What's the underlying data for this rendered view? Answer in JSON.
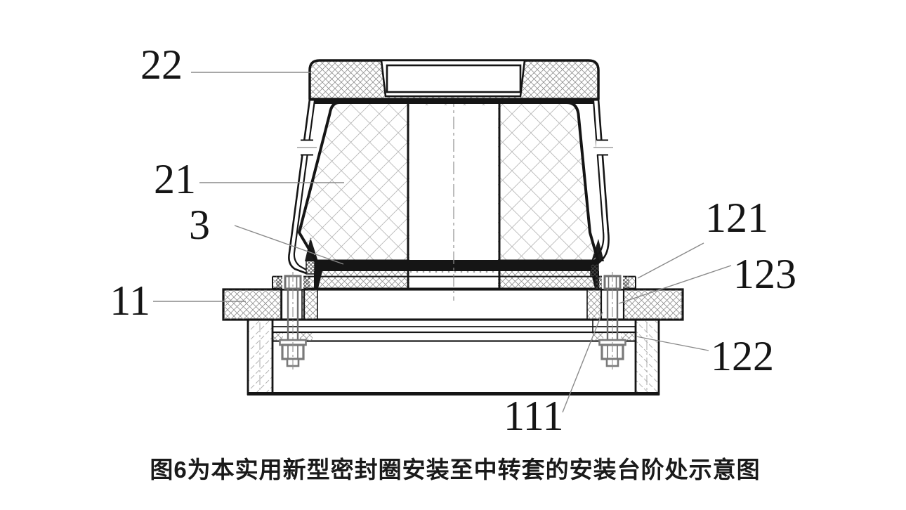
{
  "figure": {
    "kind": "patent-section-drawing",
    "caption": "图6为本实用新型密封圈安装至中转套的安装台阶处示意图",
    "labels": {
      "l22": "22",
      "l21": "21",
      "l3": "3",
      "l11": "11",
      "l121": "121",
      "l123": "123",
      "l122": "122",
      "l111": "111"
    },
    "colors": {
      "background": "#ffffff",
      "line": "#151515",
      "leader": "#8a8a8a",
      "bolt": "#6f6f6f",
      "hatch_fine": "#8f8f8f",
      "hatch_coarse": "#b9b9b9"
    }
  }
}
